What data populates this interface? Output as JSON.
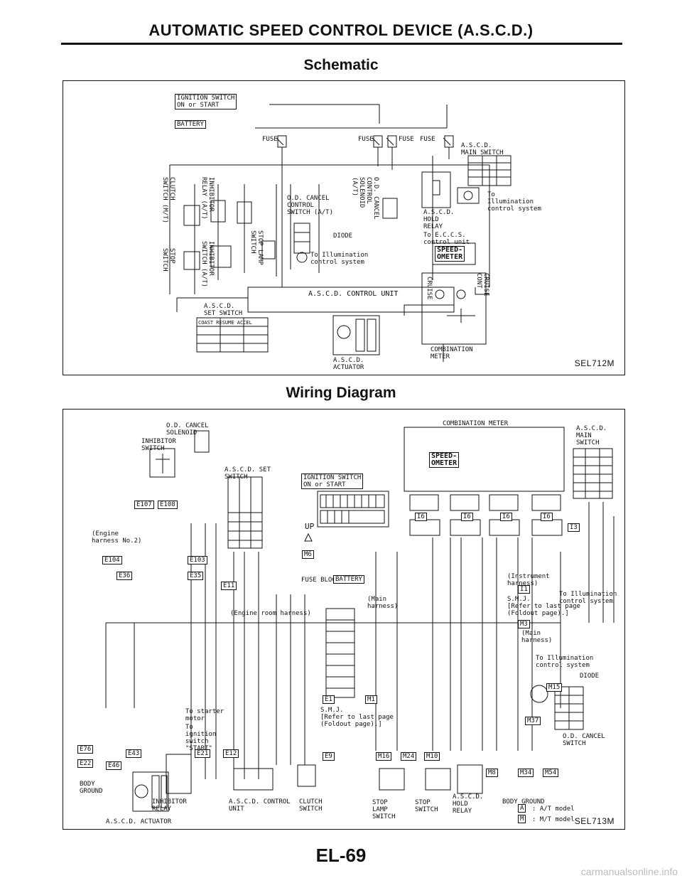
{
  "header": {
    "title": "AUTOMATIC SPEED CONTROL DEVICE (A.S.C.D.)"
  },
  "schematic": {
    "title": "Schematic",
    "code": "SEL712M",
    "labels": {
      "ignition_switch": "IGNITION SWITCH\nON or START",
      "battery": "BATTERY",
      "fuse1": "FUSE",
      "fuse2": "FUSE",
      "fuse3": "FUSE",
      "fuse4": "FUSE",
      "ascd_main_switch": "A.S.C.D.\nMAIN SWITCH",
      "to_illumination_1": "To\nIllumination\ncontrol system",
      "ascd_hold_relay": "A.S.C.D.\nHOLD\nRELAY",
      "to_eccs": "To E.C.C.S.\ncontrol unit",
      "speedometer": "SPEED-\nOMETER",
      "od_cancel_switch": "O.D. CANCEL\nCONTROL\nSWITCH (A/T)",
      "diode": "DIODE",
      "to_illumination_2": "To Illumination\ncontrol system",
      "od_cancel_solenoid": "O.D. CANCEL\nCONTROL\nSOLENOID\n(A/T)",
      "clutch_switch": "CLUTCH\nSWITCH (M/T)",
      "inhibitor_relay": "INHIBITOR\nRELAY (A/T)",
      "stop_switch": "STOP\nSWITCH",
      "inhibitor_switch": "INHIBITOR\nSWITCH (A/T)",
      "stop_lamp_switch": "STOP LAMP\nSWITCH",
      "ascd_control_unit": "A.S.C.D. CONTROL UNIT",
      "ascd_set_switch": "A.S.C.D.\nSET SWITCH",
      "set_switch_cols": "COAST RESUME ACCEL",
      "ascd_actuator": "A.S.C.D.\nACTUATOR",
      "combination_meter": "COMBINATION\nMETER",
      "cruise": "CRUISE",
      "cruise_cont": "CRUISE\nCONT"
    }
  },
  "wiring": {
    "title": "Wiring Diagram",
    "code": "SEL713M",
    "labels": {
      "od_cancel_solenoid": "O.D. CANCEL\nSOLENOID",
      "inhibitor_switch": "INHIBITOR\nSWITCH",
      "ascd_set_switch": "A.S.C.D. SET\nSWITCH",
      "ignition_switch": "IGNITION SWITCH\nON or START",
      "combination_meter": "COMBINATION METER",
      "speedometer": "SPEED-\nOMETER",
      "ascd_main_switch": "A.S.C.D.\nMAIN\nSWITCH",
      "engine_harness": "(Engine\nharness No.2)",
      "up": "UP",
      "fuse_block": "FUSE BLOCK",
      "battery": "BATTERY",
      "instrument_harness": "(Instrument\nharness)",
      "to_illumination_1": "To Illumination\ncontrol system",
      "smj_1": "S.M.J.\n[Refer to last page\n(Foldout page).]",
      "main_harness_1": "(Main\nharness)",
      "engine_room_harness": "(Engine room harness)",
      "main_harness_2": "(Main\nharness)",
      "to_illumination_2": "To Illumination\ncontrol system",
      "diode": "DIODE",
      "smj_2": "S.M.J.\n[Refer to last page\n(Foldout page).]",
      "to_starter": "To starter\nmotor",
      "to_ignition": "To\nignition\nswitch\n\"START\"",
      "od_cancel_switch": "O.D. CANCEL\nSWITCH",
      "body_ground_left": "BODY\nGROUND",
      "inhibitor_relay": "INHIBITOR\nRELAY",
      "ascd_control_unit": "A.S.C.D. CONTROL\nUNIT",
      "clutch_switch": "CLUTCH\nSWITCH",
      "stop_lamp_switch": "STOP\nLAMP\nSWITCH",
      "stop_switch": "STOP\nSWITCH",
      "ascd_hold_relay": "A.S.C.D.\nHOLD\nRELAY",
      "body_ground_right": "BODY GROUND",
      "ascd_actuator": "A.S.C.D. ACTUATOR",
      "legend_a": ": A/T model",
      "legend_m": ": M/T model",
      "legend_a_key": "A",
      "legend_m_key": "M"
    },
    "connectors": [
      "E107",
      "E108",
      "E104",
      "E103",
      "E36",
      "E35",
      "E11",
      "M6",
      "I6",
      "I6",
      "I6",
      "I6",
      "I3",
      "I1",
      "M3",
      "M15",
      "M37",
      "E1",
      "M1",
      "E76",
      "E22",
      "E43",
      "E46",
      "E21",
      "E12",
      "E9",
      "M16",
      "M24",
      "M10",
      "M8",
      "M34",
      "M54"
    ]
  },
  "footer": {
    "page_number": "EL-69",
    "watermark": "carmanualsonline.info"
  }
}
